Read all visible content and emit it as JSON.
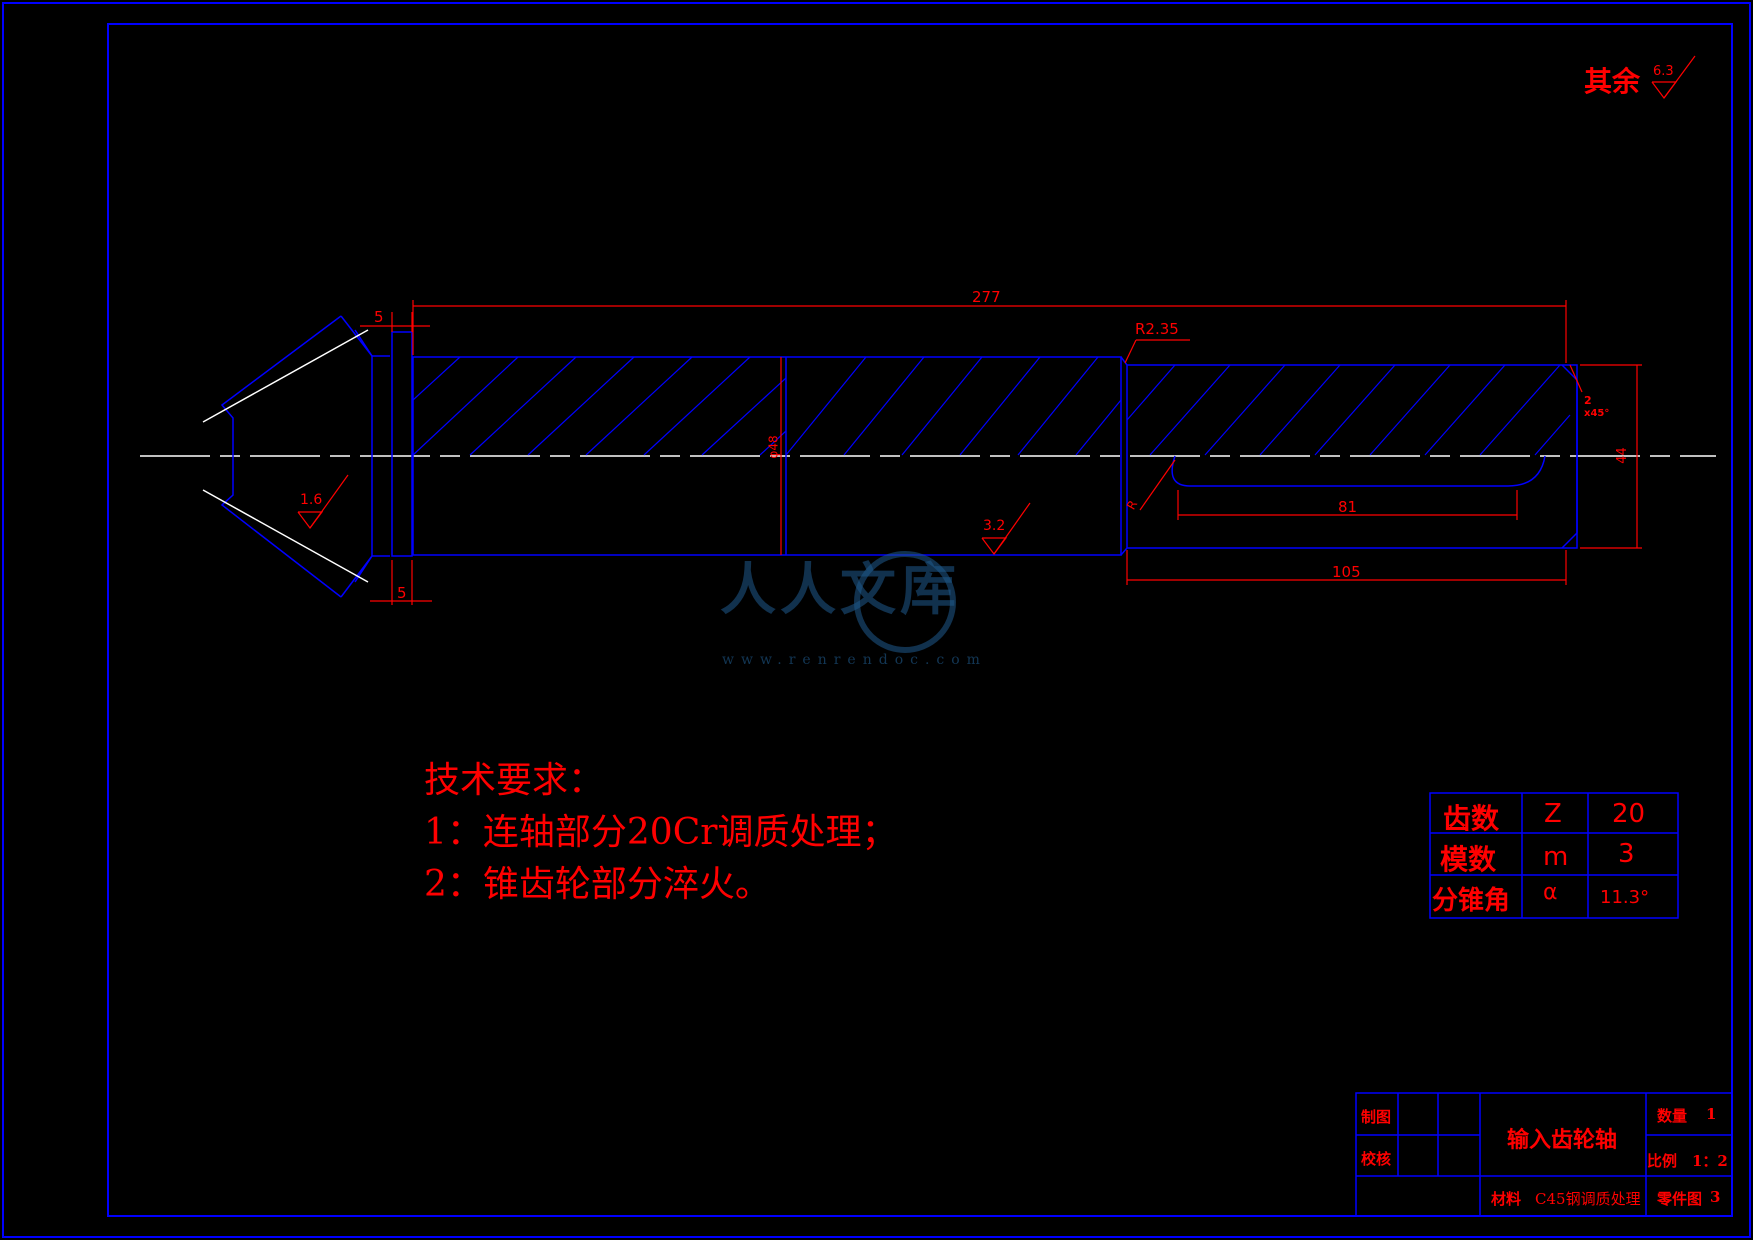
{
  "surface_note": {
    "label": "其余",
    "roughness": "6.3"
  },
  "dimensions": {
    "overall_length": "277",
    "gear_width_top": "5",
    "gear_width_bottom": "5",
    "fillet_radius": "R2.35",
    "diameter": "φ48",
    "keyway_length": "81",
    "shaft_end_length": "105",
    "end_diameter": "44",
    "chamfer": "2",
    "chamfer_angle": "x45°",
    "keyway_radius": "R"
  },
  "roughness_marks": {
    "gear_face": "1.6",
    "shaft_body": "3.2"
  },
  "technical_requirements": {
    "heading": "技术要求：",
    "items": [
      "1：连轴部分20Cr调质处理；",
      "2：锥齿轮部分淬火。"
    ]
  },
  "gear_table": {
    "rows": [
      {
        "name": "齿数",
        "symbol": "Z",
        "value": "20"
      },
      {
        "name": "模数",
        "symbol": "m",
        "value": "3"
      },
      {
        "name": "分锥角",
        "symbol": "α",
        "value": "11.3°"
      }
    ]
  },
  "title_block": {
    "drawn_label": "制图",
    "checked_label": "校核",
    "part_name": "输入齿轮轴",
    "quantity_label": "数量",
    "quantity_value": "1",
    "scale_label": "比例",
    "scale_value": "1：2",
    "material_label": "材料",
    "material_value": "C45钢调质处理",
    "drawing_label": "零件图",
    "drawing_number": "3"
  },
  "watermark": {
    "brand": "人人文库",
    "url": "www.renrendoc.com"
  },
  "colors": {
    "outline": "#0000ff",
    "text": "#ff0000",
    "centerline": "#ffffff",
    "background": "#000000"
  }
}
